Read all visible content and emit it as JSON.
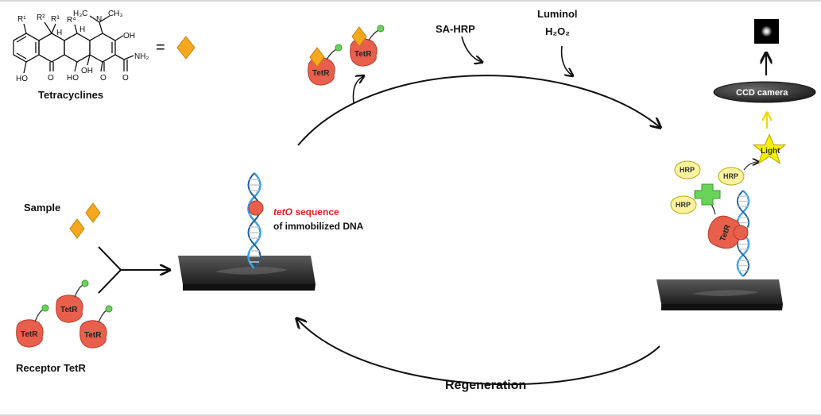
{
  "molecule": {
    "caption": "Tetracyclines",
    "equals_sign": "=",
    "atoms": {
      "r1": "R¹",
      "r2": "R²",
      "r3": "R³",
      "r4": "R⁴",
      "h_a": "H",
      "h_b": "H",
      "n": "N",
      "h3c": "H₃C",
      "ch3": "CH₃",
      "oh_top": "OH",
      "nh2": "NH₂",
      "o_amide": "O",
      "ho_left": "HO",
      "o_mid": "O",
      "ho_mid": "HO",
      "oh_bottom": "OH",
      "o_right": "O"
    }
  },
  "sample_label": "Sample",
  "receptor_label": "Receptor TetR",
  "tetr_text": "TetR",
  "dna_label": {
    "italic_part": "tetO",
    "red_suffix": " sequence",
    "line2": "of immobilized DNA"
  },
  "sa_hrp_label": "SA-HRP",
  "luminol_label": "Luminol",
  "h2o2_label": "H₂O₂",
  "ccd_label": "CCD camera",
  "light_label": "Light",
  "hrp_text": "HRP",
  "regeneration_label": "Regeneration",
  "colors": {
    "tetracycline_diamond": "#f5a81c",
    "tetr_body": "#e8604c",
    "tag_green": "#6ad35a",
    "dna_blue": "#3aa0e6",
    "hrp_fill": "#fbf3a0",
    "light_star": "#f8f000",
    "tetO_red": "#e02020"
  }
}
